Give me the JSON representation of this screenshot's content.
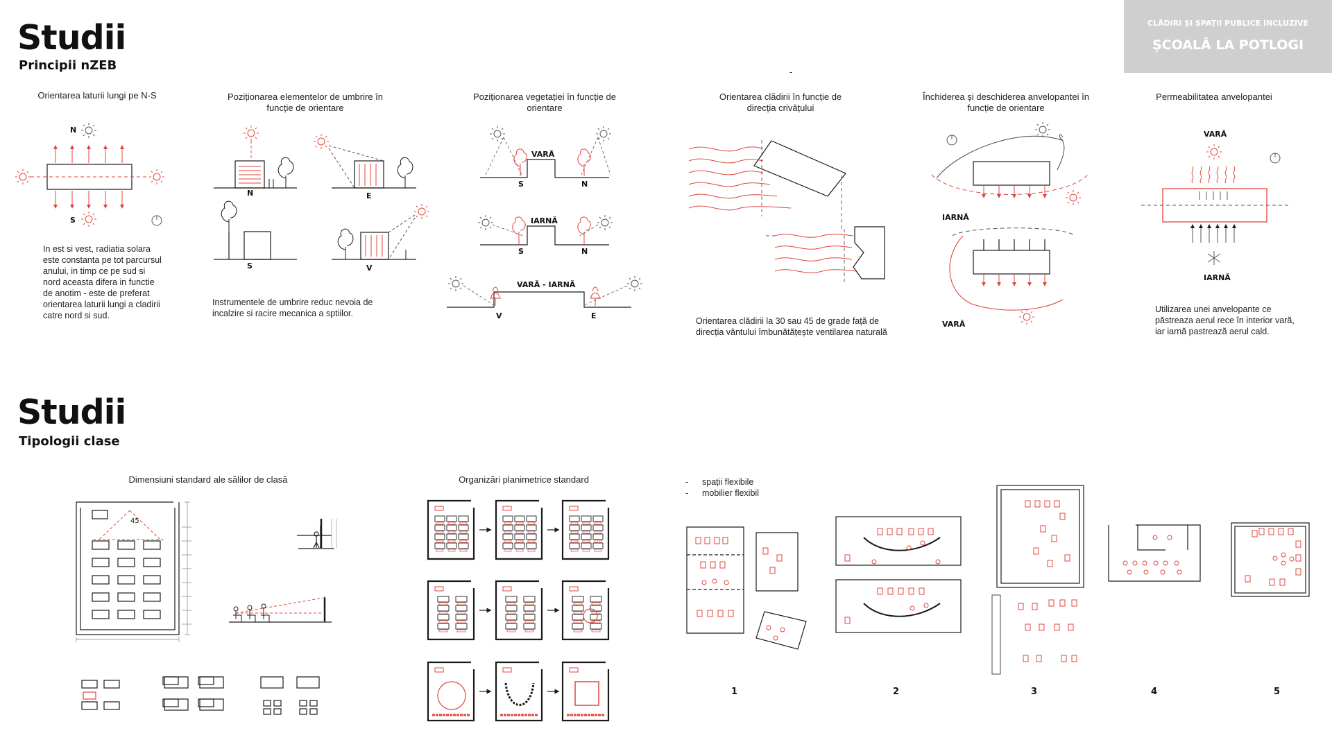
{
  "badge": {
    "category": "CLĂDIRI ȘI SPAȚII PUBLICE INCLUZIVE",
    "project": "ȘCOALĂ LA POTLOGI"
  },
  "section1": {
    "title": "Studii",
    "subtitle": "Principii nZEB",
    "panels": [
      {
        "caption": "Orientarea laturii lungi pe N-S",
        "labels": [
          "N",
          "S"
        ],
        "text": "In est si vest, radiatia solara este constanta pe tot parcursul anului, in timp ce pe sud si nord aceasta difera in functie de anotim - este de preferat orientarea laturii lungi a cladirii catre nord si sud."
      },
      {
        "caption": "Poziționarea elementelor de umbrire în funcție de orientare",
        "labels": [
          "N",
          "E",
          "S",
          "V"
        ],
        "text": "Instrumentele de umbrire reduc nevoia de incalzire si racire mecanica a sptiilor."
      },
      {
        "caption": "Poziționarea vegetației în funcție de orientare",
        "labels": [
          "VARĂ",
          "S",
          "N",
          "IARNĂ",
          "S",
          "N",
          "VARĂ - IARNĂ",
          "V",
          "E"
        ]
      },
      {
        "caption": "Orientarea clădirii în funcție de direcția crivățului",
        "text": "Orientarea clădirii la 30 sau 45 de grade față de direcția vântului îmbunătățește ventilarea naturală"
      },
      {
        "caption": "Închiderea și deschiderea anvelopantei în funcție de orientare",
        "labels": [
          "IARNĂ",
          "VARĂ"
        ]
      },
      {
        "caption": "Permeabilitatea anvelopantei",
        "labels": [
          "VARĂ",
          "IARNĂ"
        ],
        "text": "Utilizarea unei anvelopante ce păstreaza aerul rece în interior vară, iar iarnă pastrează aerul cald."
      }
    ],
    "dash": "-"
  },
  "section2": {
    "title": "Studii",
    "subtitle": "Tipologii clase",
    "caption_dimensions": "Dimensiuni standard ale sălilor de clasă",
    "angle_label": "45",
    "caption_organization": "Organizări planimetrice standard",
    "flex_list": [
      "spații flexibile",
      "mobilier flexibil"
    ],
    "typology_numbers": [
      "1",
      "2",
      "3",
      "4",
      "5"
    ]
  },
  "colors": {
    "accent_red": "#e0453c",
    "line_black": "#1a1a1a",
    "badge_grey": "#cfcfcf"
  }
}
